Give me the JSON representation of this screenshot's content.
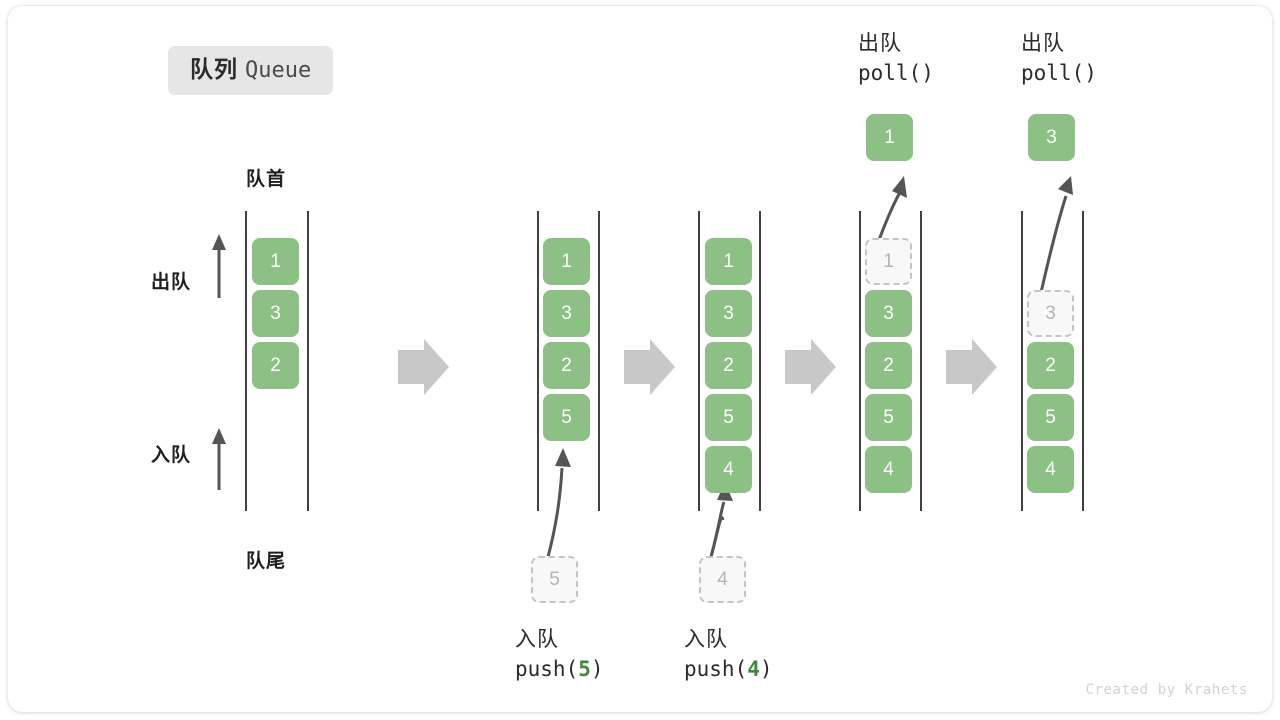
{
  "title": {
    "cn": "队列",
    "en": "Queue"
  },
  "labels": {
    "front": "队首",
    "rear": "队尾",
    "dequeue": "出队",
    "enqueue": "入队"
  },
  "watermark": "Created by Krahets",
  "colors": {
    "element": "#8cc084",
    "element_text": "#ffffff",
    "ghost_fill": "#f8f8f8",
    "ghost_border": "#c4c4c4",
    "ghost_text": "#b4b4b4",
    "rail": "#404040",
    "arrow_gray": "#c8c8c8",
    "arrow_dark": "#555555",
    "accent_green": "#3c8a3f",
    "badge_bg": "#e6e6e6",
    "watermark": "#d2d2d2"
  },
  "columns": [
    {
      "name": "initial-queue",
      "items": [
        "1",
        "3",
        "2"
      ],
      "ghost": null,
      "popped": null,
      "caption_cn": null,
      "caption_code": null
    },
    {
      "name": "after-push-5",
      "items": [
        "1",
        "3",
        "2",
        "5"
      ],
      "ghost": {
        "value": "5",
        "position": "below"
      },
      "popped": null,
      "caption_cn": "入队",
      "caption_code_prefix": "push(",
      "caption_code_arg": "5",
      "caption_code_suffix": ")"
    },
    {
      "name": "after-push-4",
      "items": [
        "1",
        "3",
        "2",
        "5",
        "4"
      ],
      "ghost": {
        "value": "4",
        "position": "below"
      },
      "popped": null,
      "caption_cn": "入队",
      "caption_code_prefix": "push(",
      "caption_code_arg": "4",
      "caption_code_suffix": ")"
    },
    {
      "name": "after-poll-1",
      "items": [
        "3",
        "2",
        "5",
        "4"
      ],
      "ghost": {
        "value": "1",
        "position": "slot0"
      },
      "popped": "1",
      "caption_cn": "出队",
      "caption_code_prefix": "poll(",
      "caption_code_arg": "",
      "caption_code_suffix": ")"
    },
    {
      "name": "after-poll-3",
      "items": [
        "2",
        "5",
        "4"
      ],
      "ghost": {
        "value": "3",
        "position": "slot1"
      },
      "popped": "3",
      "caption_cn": "出队",
      "caption_code_prefix": "poll(",
      "caption_code_arg": "",
      "caption_code_suffix": ")"
    }
  ],
  "step_arrows": 4
}
